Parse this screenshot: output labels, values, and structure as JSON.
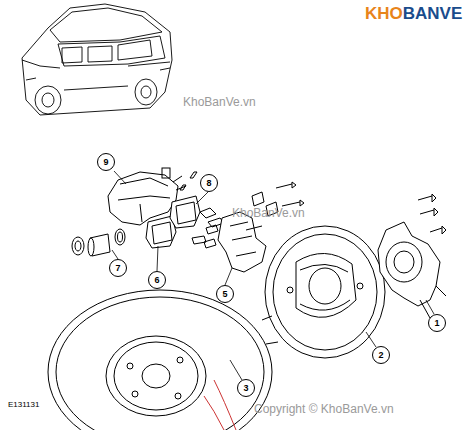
{
  "diagram": {
    "nodes": [
      {
        "text": [
          "9"
        ]
      },
      {
        "text": [
          "8"
        ]
      },
      {
        "text": [
          "7"
        ]
      },
      {
        "text": [
          "6"
        ]
      },
      {
        "text": [
          "5"
        ]
      },
      {
        "text": [
          "1"
        ]
      },
      {
        "text": [
          "2"
        ]
      },
      {
        "text": [
          "3"
        ]
      }
    ],
    "labels": [
      "KHO",
      "BANVE",
      "KhoBanVe.vn",
      "KhoBanVe.vn",
      "Copyright © KhoBanVe.vn",
      "E131131"
    ]
  }
}
